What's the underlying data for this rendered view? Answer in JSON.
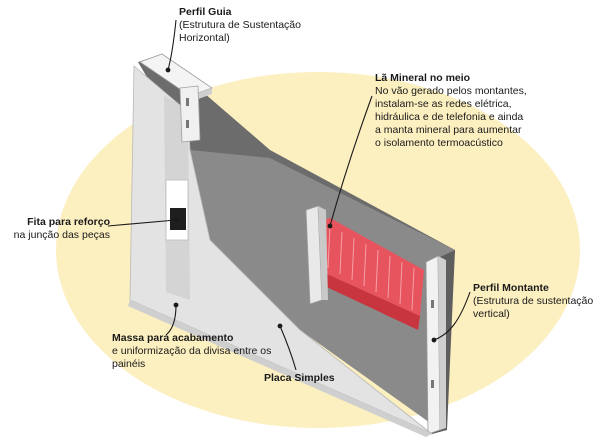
{
  "labels": {
    "perfil_guia": {
      "title": "Perfil Guia",
      "desc": "(Estrutura de Sustentação Horizontal)"
    },
    "la_mineral": {
      "title": "Lã Mineral no meio",
      "desc": "No vão gerado pelos montantes, instalam-se as redes elétrica, hidráulica e de telefonia e ainda a manta mineral para aumentar o isolamento termoacústico"
    },
    "fita": {
      "title": "Fita para reforço",
      "desc": "na junção das peças"
    },
    "perfil_montante": {
      "title": "Perfil Montante",
      "desc": "(Estrutura de sustentação vertical)"
    },
    "massa": {
      "title": "Massa para acabamento",
      "desc": "e uniformização  da divisa entre os painéis"
    },
    "placa": {
      "title": "Placa Simples",
      "desc": ""
    }
  },
  "colors": {
    "background_blob": "#fcefc0",
    "gypsum_board": "#e3e3e3",
    "wall_top_dark": "#6f6f6f",
    "wall_back": "#8a8a8a",
    "mineral_wool": "#e8545d",
    "steel_profile": "#f2f2f2"
  }
}
